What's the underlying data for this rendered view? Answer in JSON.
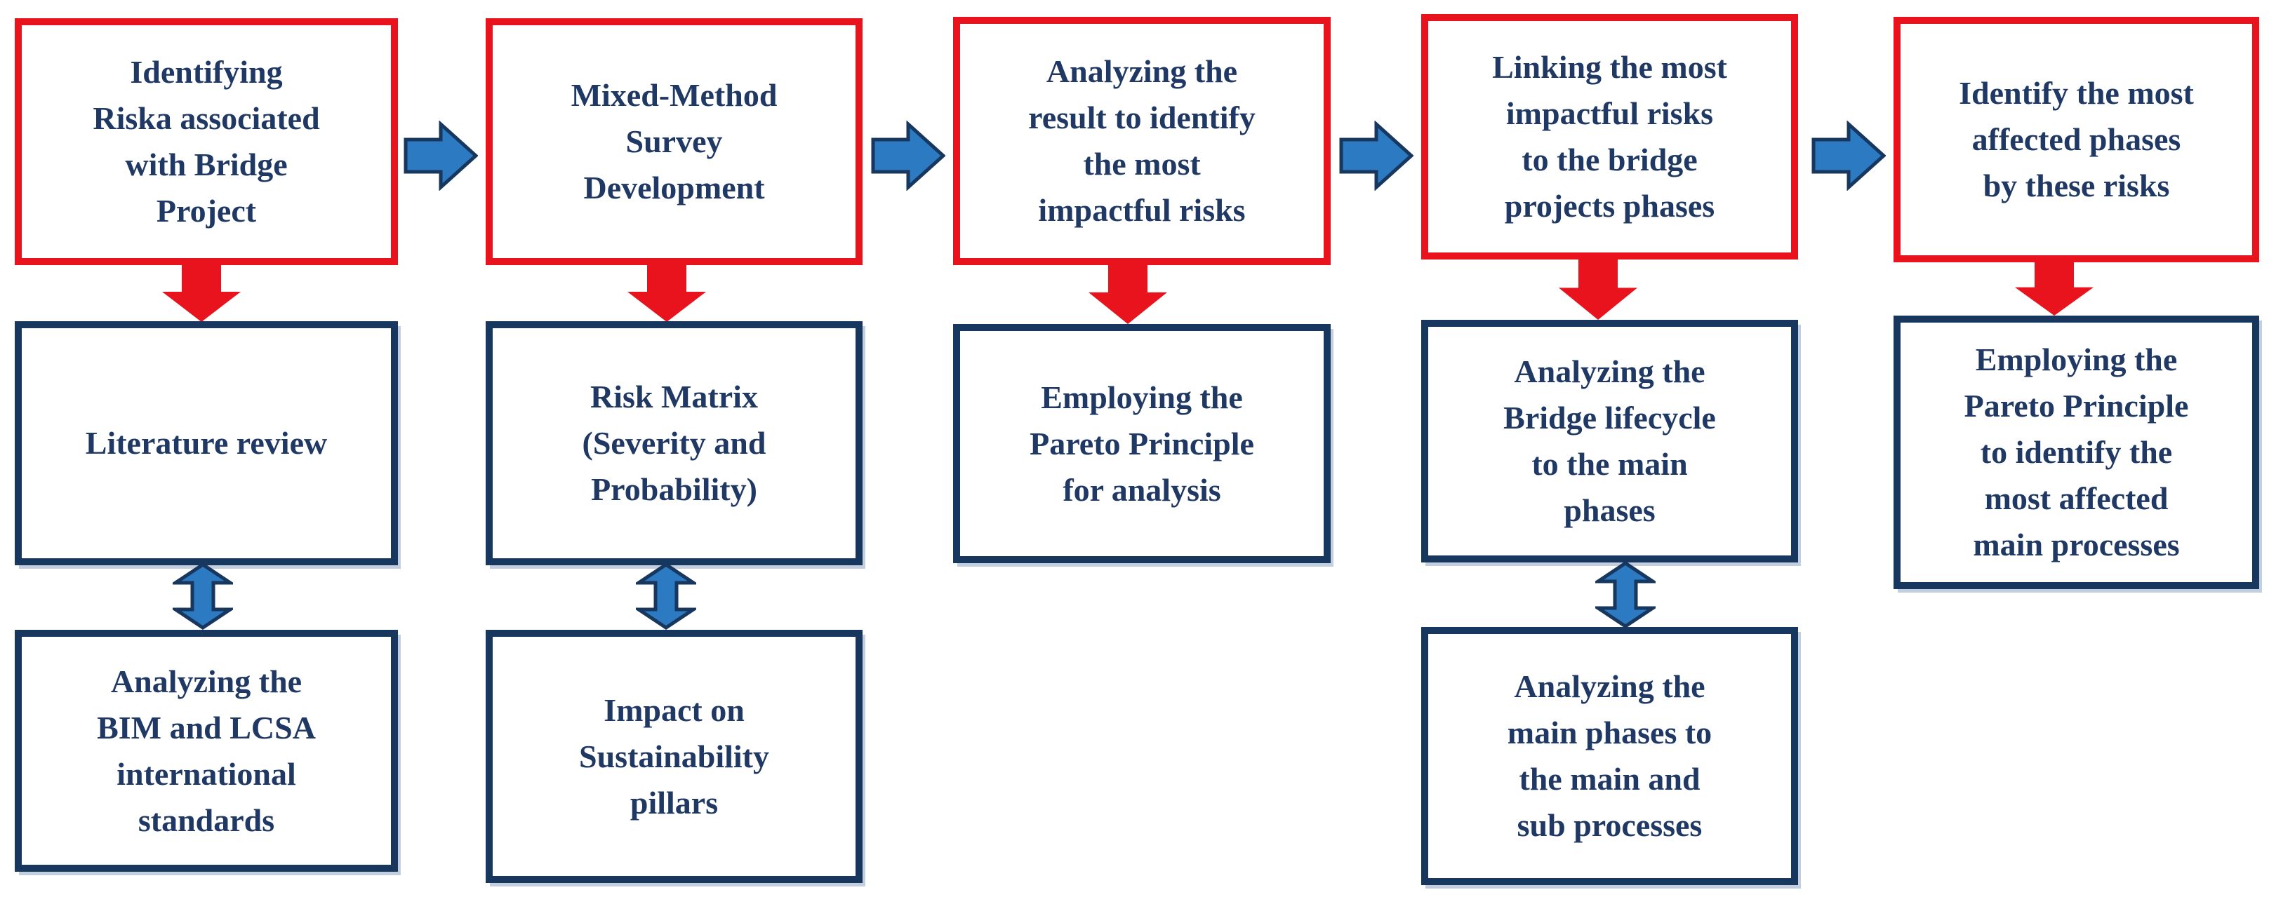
{
  "colors": {
    "red": "#e8131d",
    "navy": "#17375e",
    "blue": "#2b7ac2",
    "text": "#1f3864",
    "shadow": "#c3cede"
  },
  "icons": {
    "right": "blue-right-arrow",
    "down": "red-down-arrow",
    "double": "blue-double-arrow"
  },
  "boxes": {
    "r1c1": {
      "text": "Identifying\nRiska associated\nwith Bridge\nProject"
    },
    "r1c2": {
      "text": "Mixed-Method\nSurvey\nDevelopment"
    },
    "r1c3": {
      "text": "Analyzing the\nresult to identify\nthe most\nimpactful risks"
    },
    "r1c4": {
      "text": "Linking the most\nimpactful risks\nto the bridge\nprojects phases"
    },
    "r1c5": {
      "text": "Identify the most\naffected phases\nby these risks"
    },
    "r2c1": {
      "text": "Literature review"
    },
    "r2c2": {
      "text": "Risk Matrix\n(Severity and\nProbability)"
    },
    "r2c3": {
      "text": "Employing the\nPareto Principle\nfor analysis"
    },
    "r2c4": {
      "text": "Analyzing the\nBridge lifecycle\nto the main\nphases"
    },
    "r2c5": {
      "text": "Employing the\nPareto Principle\nto identify the\nmost affected\nmain processes"
    },
    "r3c1": {
      "text": "Analyzing the\nBIM and LCSA\ninternational\nstandards"
    },
    "r3c2": {
      "text": "Impact on\nSustainability\npillars"
    },
    "r3c4": {
      "text": "Analyzing the\nmain phases to\nthe main and\nsub processes"
    }
  }
}
